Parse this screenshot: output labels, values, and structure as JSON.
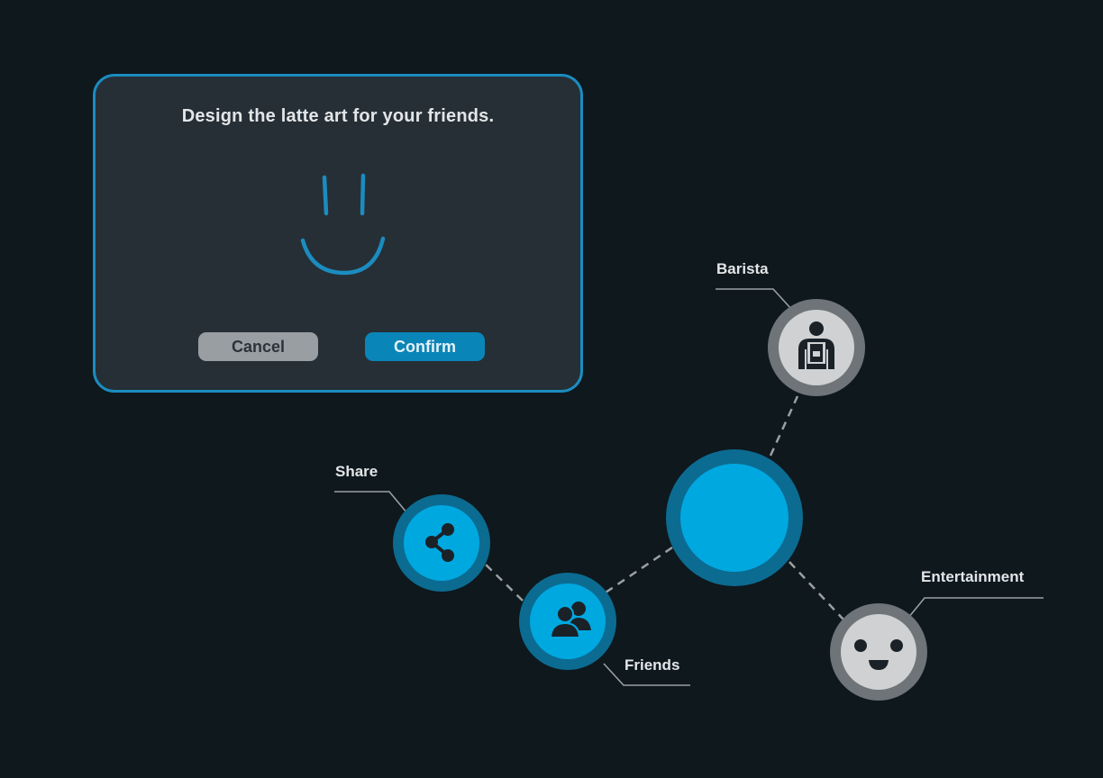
{
  "dialog": {
    "title": "Design the latte art for your friends.",
    "cancel_label": "Cancel",
    "confirm_label": "Confirm"
  },
  "network": {
    "nodes": {
      "barista": {
        "label": "Barista",
        "icon": "barista-icon"
      },
      "share": {
        "label": "Share",
        "icon": "share-icon"
      },
      "friends": {
        "label": "Friends",
        "icon": "friends-icon"
      },
      "entertainment": {
        "label": "Entertainment",
        "icon": "smiley-icon"
      },
      "center": {
        "icon": ""
      }
    }
  },
  "colors": {
    "background": "#0e181d",
    "accent": "#1b8cbf",
    "node_blue": "#00a8e0",
    "node_ring_blue": "#0c6b91",
    "node_gray": "#cfd1d2",
    "node_ring_gray": "#6f7478"
  }
}
